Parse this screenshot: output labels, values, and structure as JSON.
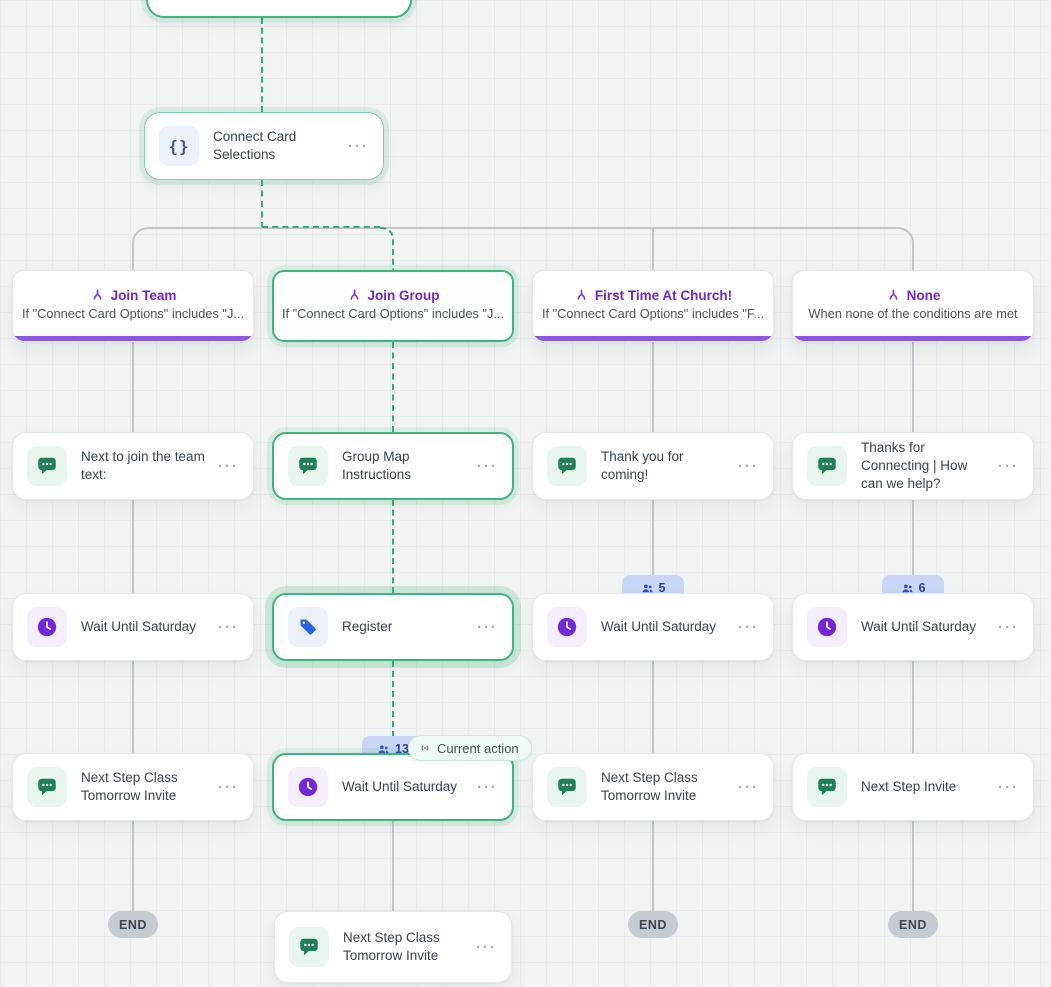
{
  "ui": {
    "menu_dots": "···",
    "end_label": "END",
    "current_action_label": "Current action",
    "braces_glyph": "{}"
  },
  "colors": {
    "accent_green": "#3cb57e",
    "accent_purple": "#7c3aed",
    "branch_title_purple": "#7226d3",
    "branch_bottom_bar": "#8a57e0",
    "message_icon_green": "#1e7f58",
    "wait_icon_purple": "#7227d8",
    "tag_icon_blue": "#2b63e3",
    "braces_icon_indigo": "#44549b",
    "badge_bg_blue": "#c9d7f6",
    "badge_text_blue": "#2d3e97",
    "end_pill_gray": "#c6cbd2",
    "connector_gray": "#c2c6cc"
  },
  "flow": {
    "connect_card": {
      "label": "Connect Card Selections"
    },
    "branches": [
      {
        "title": "Join Team",
        "condition": "If \"Connect Card Options\" includes \"J..."
      },
      {
        "title": "Join Group",
        "condition": "If \"Connect Card Options\" includes \"J..."
      },
      {
        "title": "First Time At Church!",
        "condition": "If \"Connect Card Options\" includes \"F..."
      },
      {
        "title": "None",
        "condition": "When none of the conditions are met"
      }
    ],
    "columns": [
      {
        "steps": [
          {
            "type": "message",
            "label": "Next to join the team text:"
          },
          {
            "type": "wait",
            "label": "Wait Until Saturday"
          },
          {
            "type": "message",
            "label": "Next Step Class Tomorrow Invite"
          }
        ],
        "end": "END"
      },
      {
        "steps": [
          {
            "type": "message",
            "label": "Group Map Instructions"
          },
          {
            "type": "tag",
            "label": "Register"
          },
          {
            "type": "wait",
            "label": "Wait Until Saturday",
            "count": "13",
            "current": true
          },
          {
            "type": "message",
            "label": "Next Step Class Tomorrow Invite"
          }
        ]
      },
      {
        "steps": [
          {
            "type": "message",
            "label": "Thank you for coming!"
          },
          {
            "type": "wait",
            "label": "Wait Until Saturday",
            "count": "5"
          },
          {
            "type": "message",
            "label": "Next Step Class Tomorrow Invite"
          }
        ],
        "end": "END"
      },
      {
        "steps": [
          {
            "type": "message",
            "label": "Thanks for Connecting | How can we help?"
          },
          {
            "type": "wait",
            "label": "Wait Until Saturday",
            "count": "6"
          },
          {
            "type": "message",
            "label": "Next Step Invite"
          }
        ],
        "end": "END"
      }
    ]
  }
}
